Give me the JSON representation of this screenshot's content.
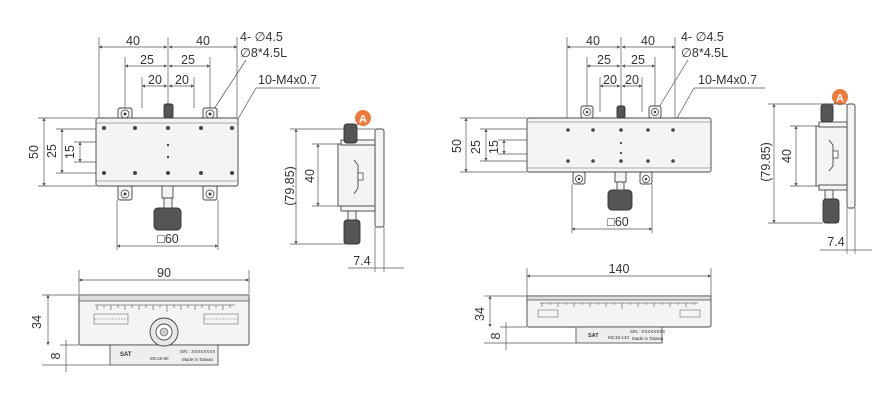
{
  "left": {
    "top_view": {
      "dim_top_40_left": "40",
      "dim_top_40_right": "40",
      "dim_25_left": "25",
      "dim_25_right": "25",
      "dim_20_left": "20",
      "dim_20_right": "20",
      "dim_50": "50",
      "dim_25_v": "25",
      "dim_15": "15",
      "dim_square": "□60",
      "note_holes_1": "4- ∅4.5",
      "note_holes_2": "∅8*4.5L",
      "note_thread": "10-M4x0.7"
    },
    "side_view": {
      "dim_7985": "(79.85)",
      "dim_40": "40",
      "dim_74": "7.4",
      "marker": "A"
    },
    "front_view": {
      "dim_width": "90",
      "dim_34": "34",
      "dim_8": "8",
      "brand": "SAT",
      "model": "MC15-90",
      "sn": "S/N : XXXXXXXX",
      "origin": "Made in Taiwan"
    }
  },
  "right": {
    "top_view": {
      "dim_top_40_left": "40",
      "dim_top_40_right": "40",
      "dim_25_left": "25",
      "dim_25_right": "25",
      "dim_20_left": "20",
      "dim_20_right": "20",
      "dim_50": "50",
      "dim_25_v": "25",
      "dim_15": "15",
      "dim_square": "□60",
      "note_holes_1": "4- ∅4.5",
      "note_holes_2": "∅8*4.5L",
      "note_thread": "10-M4x0.7"
    },
    "side_view": {
      "dim_7985": "(79.85)",
      "dim_40": "40",
      "dim_74": "7.4",
      "marker": "A"
    },
    "front_view": {
      "dim_width": "140",
      "dim_34": "34",
      "dim_8": "8",
      "brand": "SAT",
      "model": "MC15-140",
      "sn": "S/N : XXXXXXXX",
      "origin": "Made in Taiwan"
    }
  },
  "colors": {
    "marker": "#f07a3c",
    "line": "#555555",
    "body": "#f4f4f4"
  }
}
